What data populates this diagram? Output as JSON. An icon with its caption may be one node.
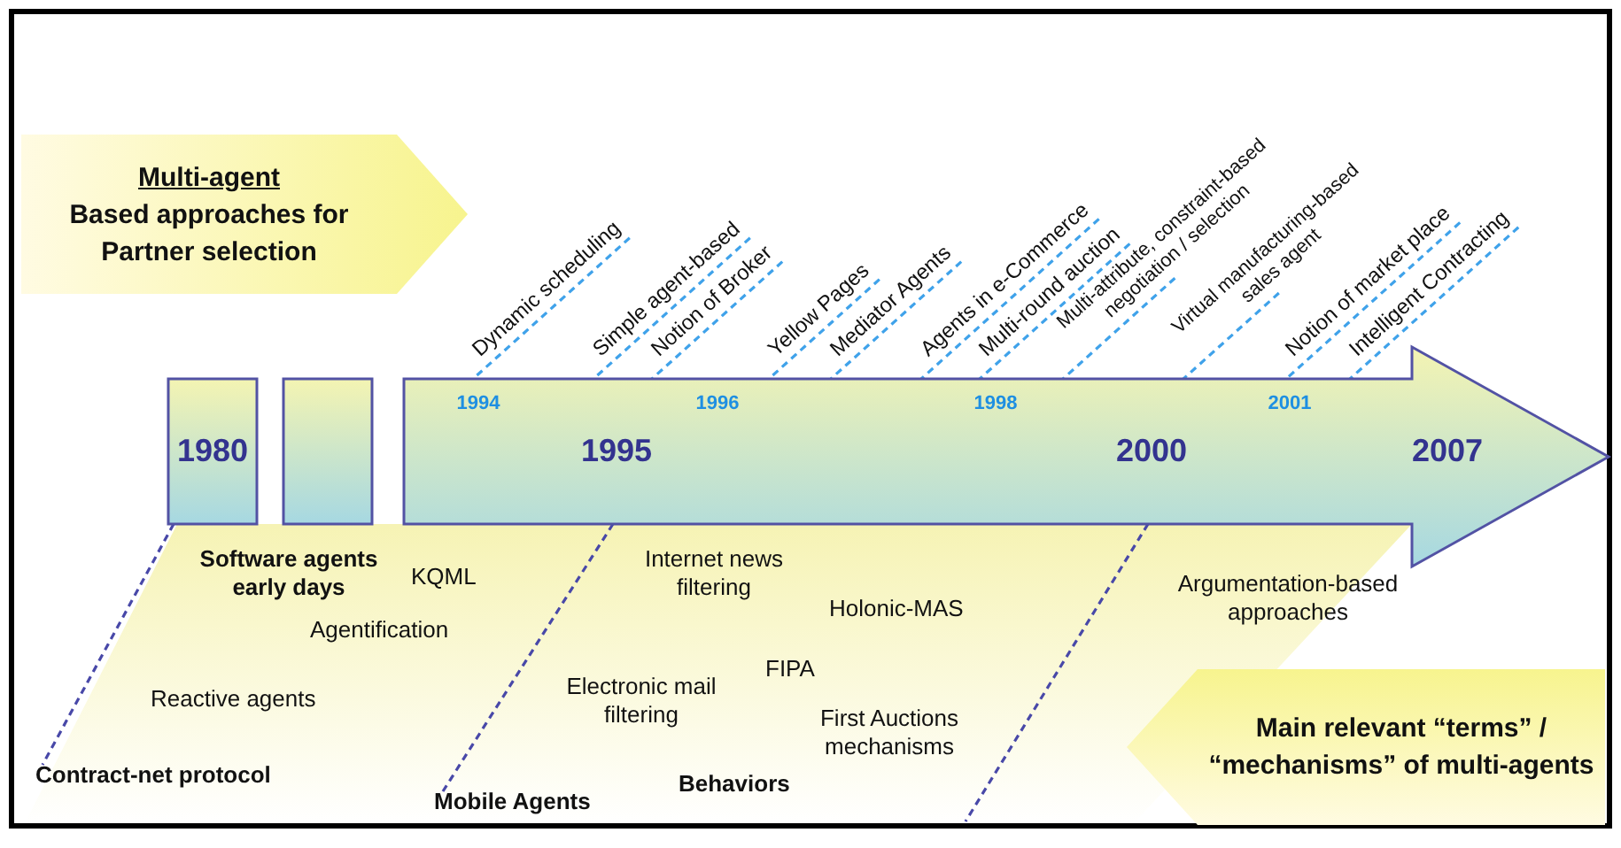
{
  "diagram": {
    "nodes": [
      {
        "text": [
          "Multi-agent",
          "Based approaches for Partner selection"
        ]
      },
      {
        "text": [
          "1980"
        ]
      },
      {
        "text": [],
        "shape": "box"
      },
      {
        "text": [
          "1994",
          "1996",
          "1998",
          "2001",
          "1995",
          "2000",
          "2007"
        ]
      },
      {
        "text": [
          "Dynamic scheduling"
        ]
      },
      {
        "text": [
          "Simple agent-based"
        ]
      },
      {
        "text": [
          "Notion of Broker"
        ]
      },
      {
        "text": [
          "Yellow Pages"
        ]
      },
      {
        "text": [
          "Mediator Agents"
        ]
      },
      {
        "text": [
          "Agents in e-Commerce"
        ]
      },
      {
        "text": [
          "Multi-round auction"
        ]
      },
      {
        "text": [
          "Multi-attribute, constraint-based negotiation / selection"
        ]
      },
      {
        "text": [
          "Virtual manufacturing-based sales agent"
        ]
      },
      {
        "text": [
          "Notion of market place"
        ]
      },
      {
        "text": [
          "Intelligent Contracting"
        ]
      },
      {
        "text": [
          "Main relevant “terms” / “mechanisms” of multi-agents"
        ]
      },
      {
        "text": [
          "Contract-net protocol"
        ]
      },
      {
        "text": [
          "Mobile Agents"
        ]
      }
    ],
    "edges": [
      {
        "from": 4,
        "to": 3,
        "arrow": "none",
        "style": "dashed"
      },
      {
        "from": 5,
        "to": 3,
        "arrow": "none",
        "style": "dashed"
      },
      {
        "from": 6,
        "to": 3,
        "arrow": "none",
        "style": "dashed"
      },
      {
        "from": 7,
        "to": 3,
        "arrow": "none",
        "style": "dashed"
      },
      {
        "from": 8,
        "to": 3,
        "arrow": "none",
        "style": "dashed"
      },
      {
        "from": 9,
        "to": 3,
        "arrow": "none",
        "style": "dashed"
      },
      {
        "from": 10,
        "to": 3,
        "arrow": "none",
        "style": "dashed"
      },
      {
        "from": 11,
        "to": 3,
        "arrow": "none",
        "style": "dashed"
      },
      {
        "from": 12,
        "to": 3,
        "arrow": "none",
        "style": "dashed"
      },
      {
        "from": 13,
        "to": 3,
        "arrow": "none",
        "style": "dashed"
      },
      {
        "from": 14,
        "to": 3,
        "arrow": "none",
        "style": "dashed"
      },
      {
        "from": 1,
        "to": 16,
        "arrow": "none",
        "style": "dashed",
        "color": "#4848a8"
      },
      {
        "from": 3,
        "to": 17,
        "arrow": "none",
        "style": "dashed",
        "color": "#4848a8"
      },
      {
        "from": 3,
        "to": null,
        "arrow": "none",
        "style": "dashed",
        "color": "#4848a8"
      }
    ],
    "labels": [
      "Software agents early days",
      "KQML",
      "Internet news filtering",
      "Agentification",
      "Holonic-MAS",
      "Argumentation-based approaches",
      "Reactive agents",
      "Electronic mail filtering",
      "FIPA",
      "First Auctions mechanisms",
      "Behaviors"
    ]
  }
}
